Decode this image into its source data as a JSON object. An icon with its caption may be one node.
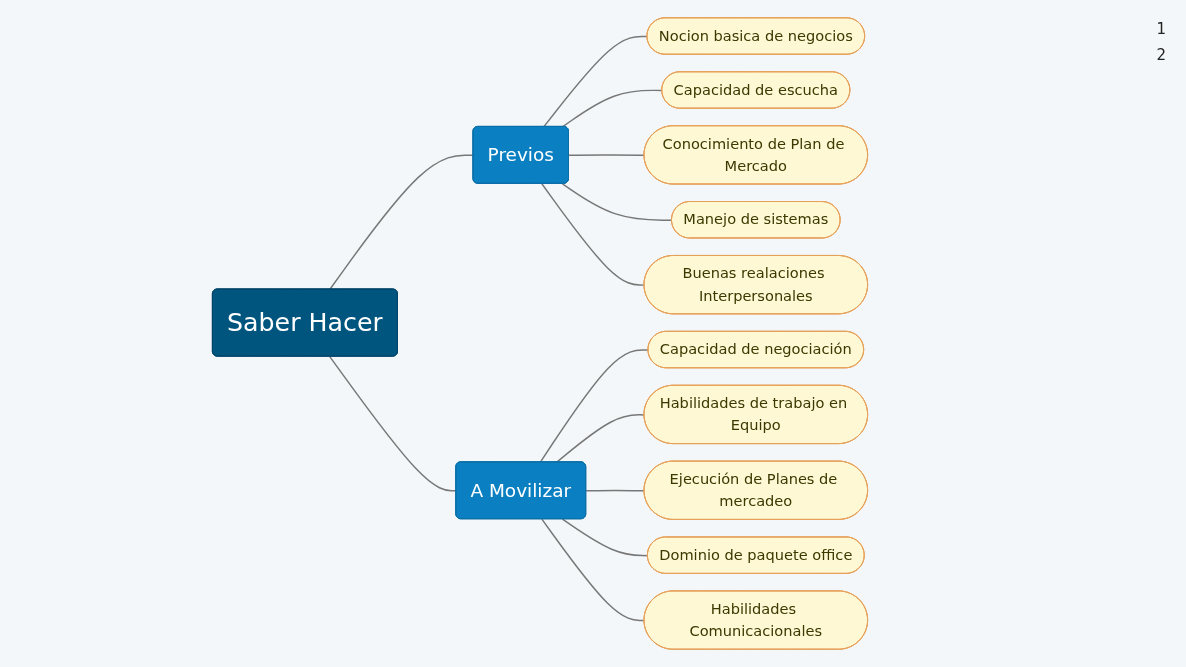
{
  "diagram": {
    "nodes": [
      {
        "text": [
          "Saber Hacer"
        ]
      },
      {
        "text": [
          "Previos"
        ]
      },
      {
        "text": [
          "Nocion basica de negocios"
        ]
      },
      {
        "text": [
          "Capacidad de escucha"
        ]
      },
      {
        "text": [
          "Conocimiento de Plan de Mercado"
        ]
      },
      {
        "text": [
          "Manejo de sistemas"
        ]
      },
      {
        "text": [
          "Buenas realaciones Interpersonales"
        ]
      },
      {
        "text": [
          "A Movilizar"
        ]
      },
      {
        "text": [
          "Capacidad de negociación"
        ]
      },
      {
        "text": [
          "Habilidades de trabajo en Equipo"
        ]
      },
      {
        "text": [
          "Ejecución de Planes de mercadeo"
        ]
      },
      {
        "text": [
          "Dominio de paquete office"
        ]
      },
      {
        "text": [
          "Habilidades Comunicacionales"
        ]
      }
    ],
    "edges": [
      {
        "from": 0,
        "to": 1,
        "arrow": "none"
      },
      {
        "from": 0,
        "to": 7,
        "arrow": "none"
      },
      {
        "from": 1,
        "to": 2,
        "arrow": "none"
      },
      {
        "from": 1,
        "to": 3,
        "arrow": "none"
      },
      {
        "from": 1,
        "to": 4,
        "arrow": "none"
      },
      {
        "from": 1,
        "to": 5,
        "arrow": "none"
      },
      {
        "from": 1,
        "to": 6,
        "arrow": "none"
      },
      {
        "from": 7,
        "to": 8,
        "arrow": "none"
      },
      {
        "from": 7,
        "to": 9,
        "arrow": "none"
      },
      {
        "from": 7,
        "to": 10,
        "arrow": "none"
      },
      {
        "from": 7,
        "to": 11,
        "arrow": "none"
      },
      {
        "from": 7,
        "to": 12,
        "arrow": "none"
      }
    ],
    "labels": [
      "1",
      "2"
    ]
  }
}
